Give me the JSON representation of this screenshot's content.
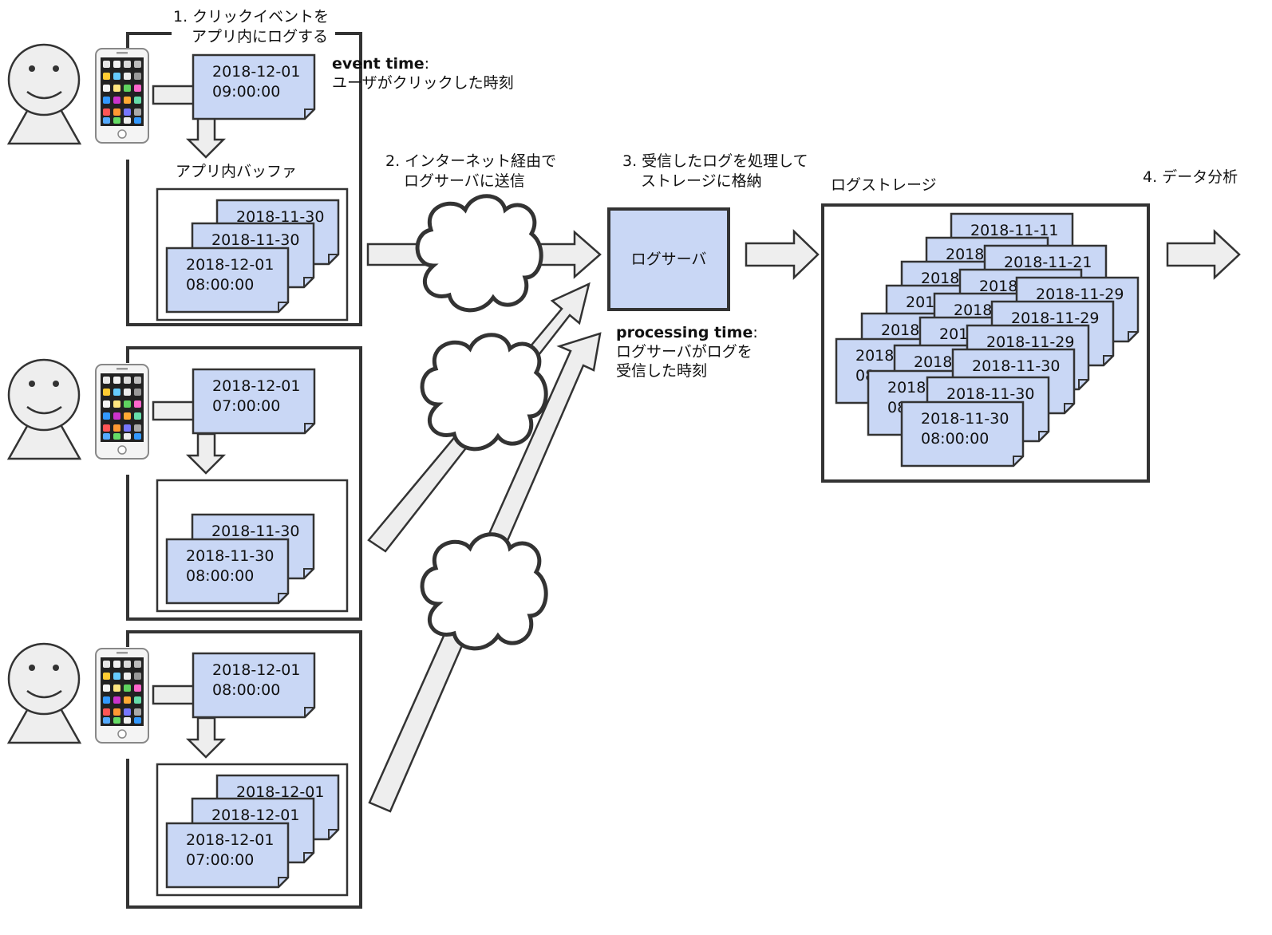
{
  "steps": {
    "step1_line1": "1. クリックイベントを",
    "step1_line2": "アプリ内にログする",
    "step2_line1": "2. インターネット経由で",
    "step2_line2": "ログサーバに送信",
    "step3_line1": "3. 受信したログを処理して",
    "step3_line2": "ストレージに格納",
    "step4": "4. データ分析"
  },
  "event_time": {
    "title": "event time",
    "desc": "ユーザがクリックした時刻"
  },
  "processing_time": {
    "title": "processing time",
    "desc_line1": "ログサーバがログを",
    "desc_line2": "受信した時刻"
  },
  "buffer_label": "アプリ内バッファ",
  "server_label": "ログサーバ",
  "storage_label": "ログストレージ",
  "users": [
    {
      "event": {
        "date": "2018-12-01",
        "time": "09:00:00"
      },
      "buffer": [
        {
          "date": "2018-11-30"
        },
        {
          "date": "2018-11-30"
        },
        {
          "date": "2018-12-01",
          "time": "08:00:00"
        }
      ]
    },
    {
      "event": {
        "date": "2018-12-01",
        "time": "07:00:00"
      },
      "buffer": [
        {
          "date": "2018-11-30"
        },
        {
          "date": "2018-11-30",
          "time": "08:00:00"
        }
      ]
    },
    {
      "event": {
        "date": "2018-12-01",
        "time": "08:00:00"
      },
      "buffer": [
        {
          "date": "2018-12-01"
        },
        {
          "date": "2018-12-01"
        },
        {
          "date": "2018-12-01",
          "time": "07:00:00"
        }
      ]
    }
  ],
  "storage_cards": [
    {
      "date": "2018-11-11"
    },
    {
      "date": "2018-"
    },
    {
      "date": "2018-"
    },
    {
      "date": "201"
    },
    {
      "date": "2018-"
    },
    {
      "date": "2018-",
      "time": "08"
    },
    {
      "date": "2018-11-21"
    },
    {
      "date": "2018-"
    },
    {
      "date": "2018-"
    },
    {
      "date": "201"
    },
    {
      "date": "2018-"
    },
    {
      "date": "2018-",
      "time": "08"
    },
    {
      "date": "2018-11-29"
    },
    {
      "date": "2018-11-29"
    },
    {
      "date": "2018-11-29"
    },
    {
      "date": "2018-11-30"
    },
    {
      "date": "2018-11-30"
    },
    {
      "date": "2018-11-30",
      "time": "08:00:00"
    }
  ],
  "colors": {
    "card_fill": "#c9d7f5",
    "card_stroke": "#333333",
    "arrow_fill": "#eeeeee",
    "frame_stroke": "#333333"
  }
}
